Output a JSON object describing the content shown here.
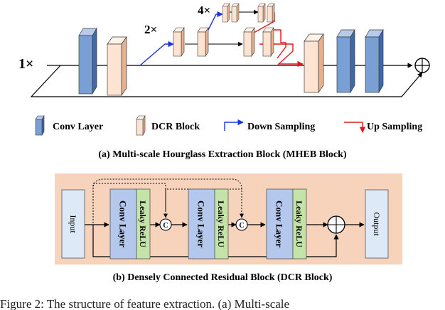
{
  "panel_a": {
    "scale_1x": "1×",
    "scale_2x": "2×",
    "scale_4x": "4×",
    "caption": "(a) Multi-scale Hourglass Extraction Block (MHEB Block)"
  },
  "legend": {
    "conv_layer": "Conv Layer",
    "dcr_block": "DCR Block",
    "down_sampling": "Down Sampling",
    "up_sampling": "Up Sampling"
  },
  "panel_b": {
    "input": "Input",
    "conv_layer": "Conv Layer",
    "leaky_relu": "Leaky ReLU",
    "concat": "C",
    "output": "Output",
    "caption": "(b) Densely Connected Residual Block (DCR Block)"
  },
  "figure_caption": "Figure 2: The structure of feature extraction. (a) Multi-scale",
  "colors": {
    "conv_front": "#7a9fd4",
    "conv_side": "#3f69ad",
    "dcr_front": "#fde4d2",
    "dcr_side": "#e8b08f",
    "down_arrow": "#1a35e0",
    "up_arrow": "#e01818",
    "panel_b_bg": "#f7d3bc",
    "conv_b": "#b4c7ec",
    "relu_b": "#c3e3a8",
    "io_b": "#dde9f6"
  }
}
